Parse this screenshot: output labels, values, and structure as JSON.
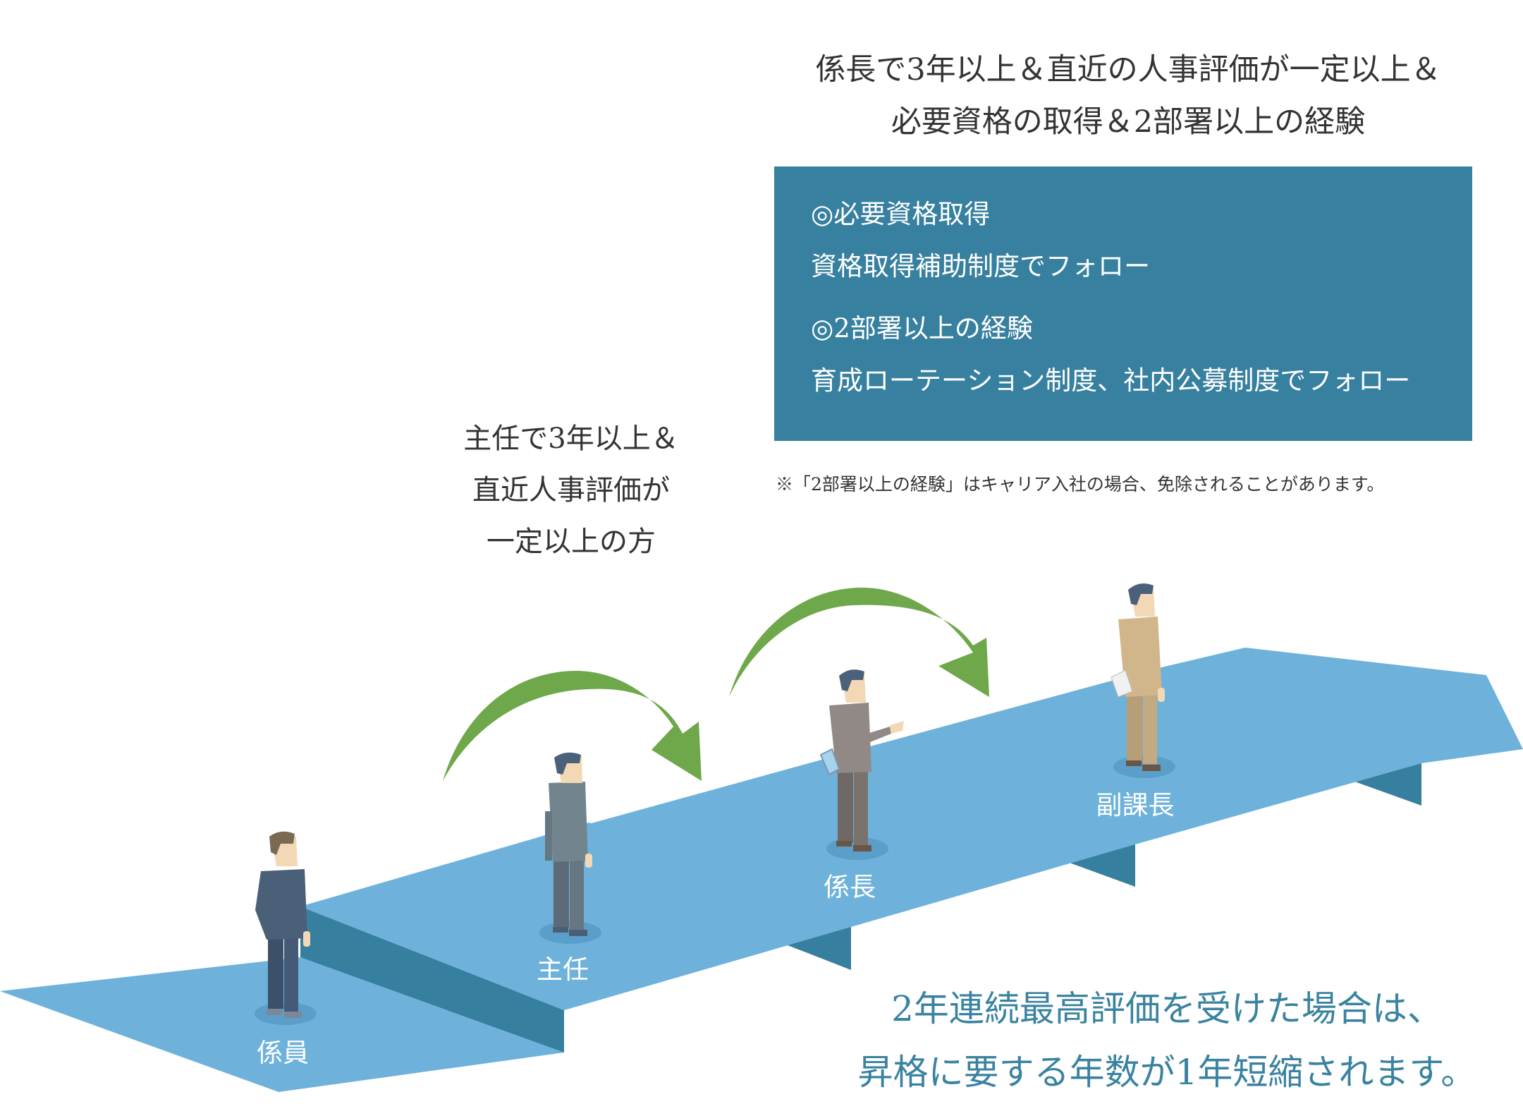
{
  "header": {
    "line1": "係長で3年以上＆直近の人事評価が一定以上＆",
    "line2": "必要資格の取得＆2部署以上の経験"
  },
  "support_box": {
    "item1_title": "◎必要資格取得",
    "item1_desc": "資格取得補助制度でフォロー",
    "item2_title": "◎2部署以上の経験",
    "item2_desc": "育成ローテーション制度、社内公募制度でフォロー",
    "background_color": "#37809f"
  },
  "footnote": "※「2部署以上の経験」はキャリア入社の場合、免除されることがあります。",
  "shunin_condition": {
    "line1": "主任で3年以上＆",
    "line2": "直近人事評価が",
    "line3": "一定以上の方"
  },
  "steps": [
    {
      "label": "係員",
      "suit_color": "#435a78"
    },
    {
      "label": "主任",
      "suit_color": "#6f8593"
    },
    {
      "label": "係長",
      "suit_color": "#8f8781"
    },
    {
      "label": "副課長",
      "suit_color": "#d2b68b"
    }
  ],
  "bottom_note": {
    "line1": "2年連続最高評価を受けた場合は、",
    "line2": "昇格に要する年数が1年短縮されます。"
  },
  "colors": {
    "step_top": "#6eb2db",
    "step_riser": "#377f9f",
    "arrow": "#6fa84a",
    "accent_text": "#3a83a0"
  }
}
